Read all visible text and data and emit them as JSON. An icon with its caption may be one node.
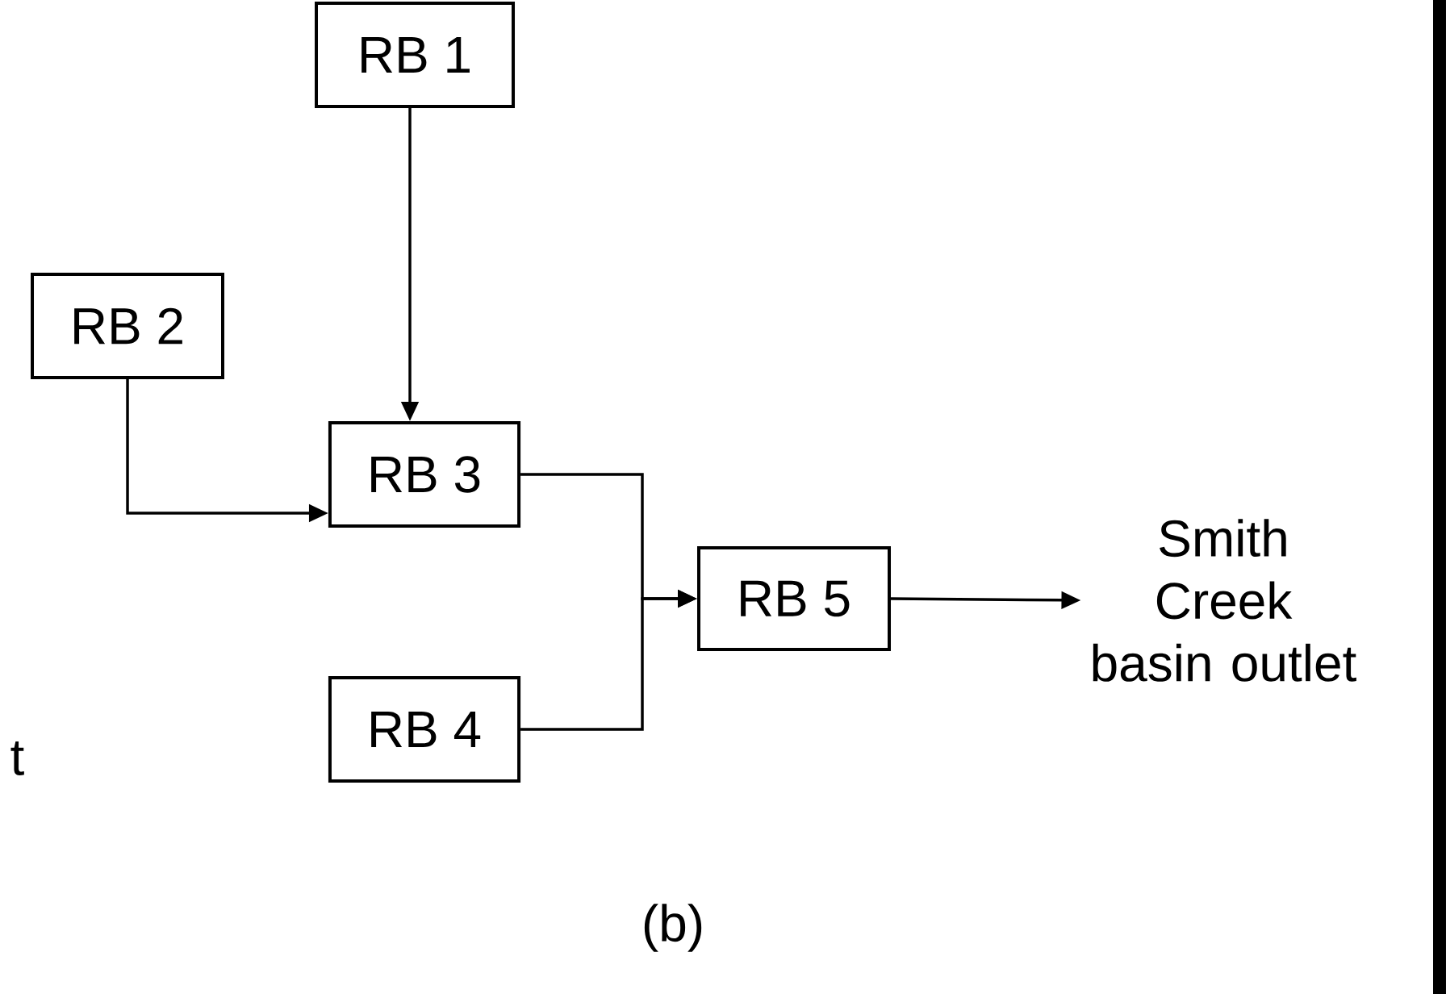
{
  "diagram": {
    "nodes": [
      {
        "text": [
          "RB 1"
        ]
      },
      {
        "text": [
          "RB 2"
        ]
      },
      {
        "text": [
          "RB 3"
        ]
      },
      {
        "text": [
          "RB 4"
        ]
      },
      {
        "text": [
          "RB 5"
        ]
      },
      {
        "text": [
          "Smith Creek basin outlet"
        ]
      }
    ],
    "edges": [
      {
        "from": 0,
        "to": 2,
        "arrow": "to"
      },
      {
        "from": 1,
        "to": 2,
        "arrow": "to"
      },
      {
        "from": 2,
        "to": 4,
        "arrow": "to"
      },
      {
        "from": 3,
        "to": 4,
        "arrow": "to"
      },
      {
        "from": 4,
        "to": 5,
        "arrow": "to"
      }
    ],
    "labels": [
      "t",
      "(b)"
    ]
  }
}
